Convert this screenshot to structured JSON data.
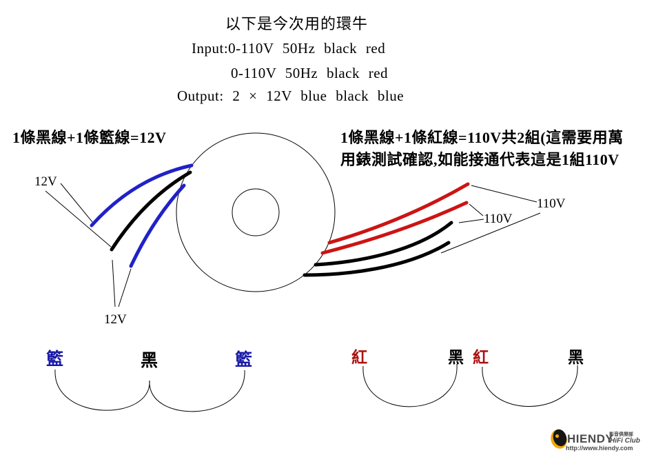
{
  "colors": {
    "background": "#ffffff",
    "black": "#000000",
    "blue_wire": "#2121c8",
    "red_wire": "#cc1414",
    "blue_label": "#1a1aa6",
    "red_label": "#aa1111",
    "logo_gray": "#4a4a4a",
    "logo_gold": "#f0a800",
    "logo_dark": "#161616"
  },
  "header": {
    "title": "以下是今次用的環牛",
    "input_line1": "Input:0-110V 50Hz black red",
    "input_line2": "0-110V 50Hz black red",
    "output_line": "Output: 2 × 12V blue black blue"
  },
  "annotations": {
    "left": "1條黑線+1條籃線=12V",
    "right_line1": "1條黑線+1條紅線=110V共2組(這需要用萬",
    "right_line2": "用錶測試確認,如能接通代表這是1組110V"
  },
  "wire_labels": {
    "left_top": "12V",
    "left_bottom": "12V",
    "right_top": "110V",
    "right_mid": "110V"
  },
  "terminals": {
    "left": [
      "籃",
      "黑",
      "籃"
    ],
    "right": [
      "紅",
      "黑",
      "紅",
      "黑"
    ]
  },
  "logo": {
    "brand": "HIENDY",
    "cjk_tagline": "影音俱樂部",
    "tagline": "HiFi Club",
    "url": "http://www.hiendy.com"
  }
}
